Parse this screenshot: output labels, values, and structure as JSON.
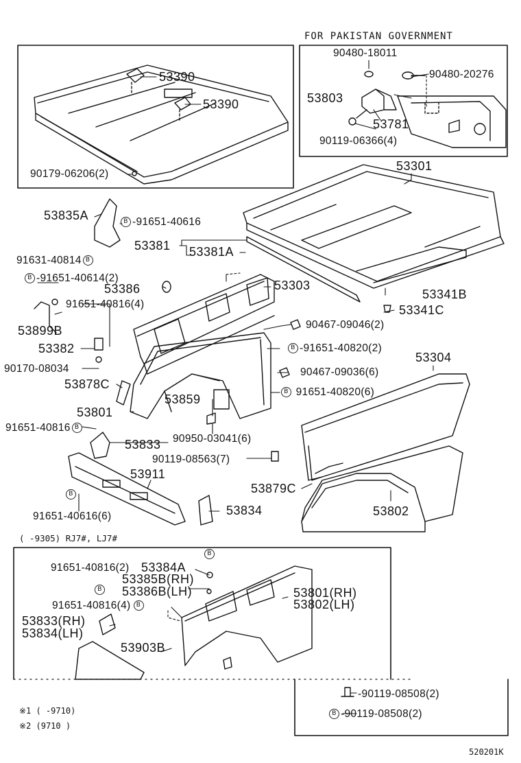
{
  "header": {
    "pakistan_title": "FOR PAKISTAN GOVERNMENT",
    "variant_range": "(      -9305) RJ7#, LJ7#",
    "note1": "※1 (      -9710)",
    "note2": "※2 (9710      )",
    "figure_code": "520201K",
    "b_mark": "B"
  },
  "labels": {
    "p53390a": "53390",
    "p53390b": "53390",
    "p90179": "90179-06206(2)",
    "p90480a": "90480-18011",
    "p90480b": "90480-20276",
    "p53803": "53803",
    "p53781": "53781",
    "p90119_06366": "90119-06366(4)",
    "p53301": "53301",
    "p53835A": "53835A",
    "p91651_40616": "91651-40616",
    "p53381": "53381",
    "p53381A": "53381A",
    "p91631_40814": "91631-40814",
    "p91651_40614": "91651-40614(2)",
    "p53386": "53386",
    "p53303": "53303",
    "p53341B": "53341B",
    "p91651_40816_4": "91651-40816(4)",
    "p53341C": "53341C",
    "p53899B": "53899B",
    "p90467_09046": "90467-09046(2)",
    "p53382": "53382",
    "p91651_40820_2": "91651-40820(2)",
    "p90170_08034": "90170-08034",
    "p53304": "53304",
    "p90467_09036": "90467-09036(6)",
    "p53878C": "53878C",
    "p91651_40820_6": "91651-40820(6)",
    "p53859": "53859",
    "p53801": "53801",
    "p91651_40816": "91651-40816",
    "p90950_03041": "90950-03041(6)",
    "p53833": "53833",
    "p90119_08563": "90119-08563(7)",
    "p53911": "53911",
    "p53879C": "53879C",
    "p53834": "53834",
    "p53802": "53802",
    "p91651_40616_6": "91651-40616(6)",
    "p91651_40816_2": "91651-40816(2)",
    "p53384A": "53384A",
    "p53385B": "53385B(RH)",
    "p53386B": "53386B(LH)",
    "p53801RH": "53801(RH)",
    "p53802LH": "53802(LH)",
    "p91651_40816_4b": "91651-40816(4)",
    "p53833RH": "53833(RH)",
    "p53834LH": "53834(LH)",
    "p53903B": "53903B",
    "p90119_08508a": "90119-08508(2)",
    "p90119_08508b": "90119-08508(2)"
  }
}
